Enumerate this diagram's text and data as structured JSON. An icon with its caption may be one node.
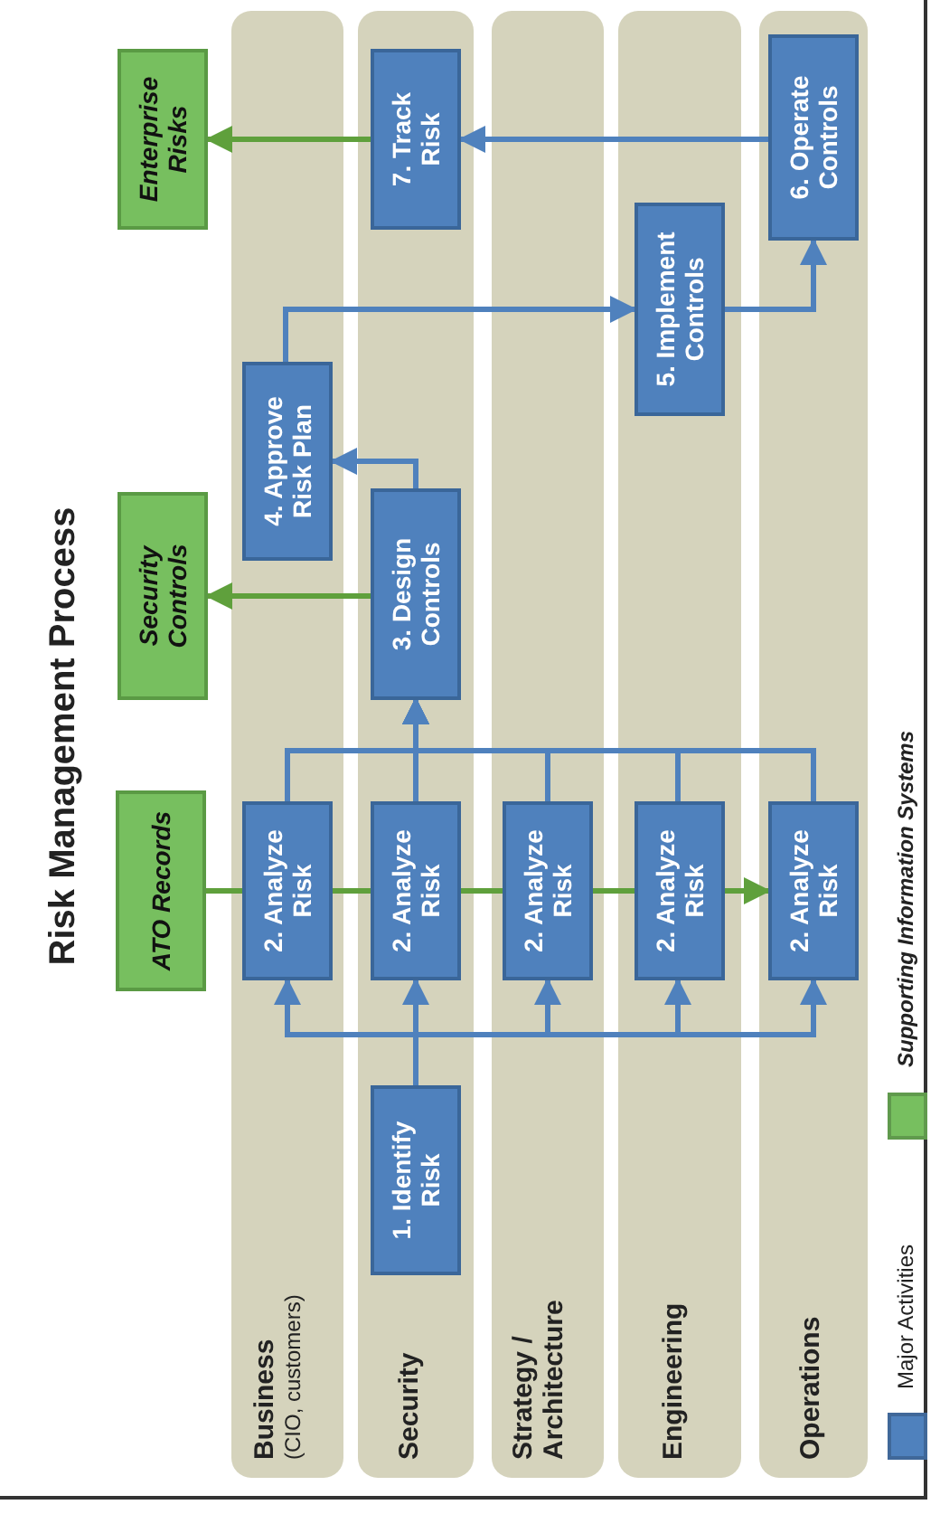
{
  "diagram": {
    "title": "Risk Management Process",
    "nodes": [
      {
        "text": [
          "Business",
          "(CIO, customers)"
        ]
      },
      {
        "text": [
          "Security"
        ]
      },
      {
        "text": [
          "Strategy / Architecture"
        ]
      },
      {
        "text": [
          "Engineering"
        ]
      },
      {
        "text": [
          "Operations"
        ]
      },
      {
        "text": [
          "ATO Records"
        ]
      },
      {
        "text": [
          "Security Controls"
        ]
      },
      {
        "text": [
          "Enterprise Risks"
        ]
      },
      {
        "text": [
          "1. Identify Risk"
        ],
        "in": 1
      },
      {
        "text": [
          "2. Analyze Risk"
        ],
        "in": 0
      },
      {
        "text": [
          "2. Analyze Risk"
        ],
        "in": 1
      },
      {
        "text": [
          "2. Analyze Risk"
        ],
        "in": 2
      },
      {
        "text": [
          "2. Analyze Risk"
        ],
        "in": 3
      },
      {
        "text": [
          "2. Analyze Risk"
        ],
        "in": 4
      },
      {
        "text": [
          "3. Design Controls"
        ],
        "in": 1
      },
      {
        "text": [
          "4. Approve Risk Plan"
        ],
        "in": 0
      },
      {
        "text": [
          "5. Implement Controls"
        ],
        "in": 3
      },
      {
        "text": [
          "6. Operate Controls"
        ],
        "in": 4
      },
      {
        "text": [
          "7. Track Risk"
        ],
        "in": 1
      }
    ],
    "edges": [
      {
        "from": 8,
        "to": 9,
        "arrow": "to"
      },
      {
        "from": 8,
        "to": 10,
        "arrow": "to"
      },
      {
        "from": 8,
        "to": 11,
        "arrow": "to"
      },
      {
        "from": 8,
        "to": 12,
        "arrow": "to"
      },
      {
        "from": 8,
        "to": 13,
        "arrow": "to"
      },
      {
        "from": 9,
        "to": 14,
        "arrow": "to"
      },
      {
        "from": 10,
        "to": 14,
        "arrow": "to"
      },
      {
        "from": 11,
        "to": 14,
        "arrow": "to"
      },
      {
        "from": 12,
        "to": 14,
        "arrow": "to"
      },
      {
        "from": 13,
        "to": 14,
        "arrow": "to"
      },
      {
        "from": 14,
        "to": 15,
        "arrow": "to"
      },
      {
        "from": 15,
        "to": 16,
        "arrow": "to"
      },
      {
        "from": 16,
        "to": 17,
        "arrow": "to"
      },
      {
        "from": 17,
        "to": 18,
        "arrow": "to"
      },
      {
        "from": 18,
        "to": 7,
        "arrow": "to",
        "color": "#5fa03c"
      },
      {
        "from": 14,
        "to": 6,
        "arrow": "to",
        "color": "#5fa03c"
      },
      {
        "from": 5,
        "to": 9,
        "arrow": "none",
        "color": "#5fa03c"
      },
      {
        "from": 9,
        "to": 10,
        "arrow": "none",
        "color": "#5fa03c"
      },
      {
        "from": 10,
        "to": 11,
        "arrow": "none",
        "color": "#5fa03c"
      },
      {
        "from": 11,
        "to": 12,
        "arrow": "none",
        "color": "#5fa03c"
      },
      {
        "from": 12,
        "to": 13,
        "arrow": "to",
        "color": "#5fa03c"
      }
    ],
    "legend": [
      {
        "text": "Major Activities",
        "color": "#4f81bd"
      },
      {
        "text": "Supporting Information Systems",
        "color": "#77bf5f"
      }
    ]
  }
}
